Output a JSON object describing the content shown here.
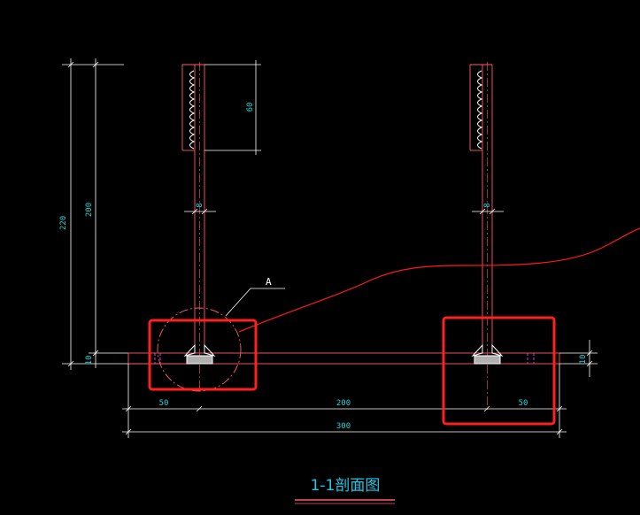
{
  "drawing": {
    "title": "1-1剖面图",
    "detail_label": "A",
    "dimensions": {
      "total_height": "220",
      "post_height": "200",
      "plate_thickness_left": "10",
      "plate_thickness_right": "10",
      "weld_length": "60",
      "post_thickness_left": "8",
      "post_thickness_right": "8",
      "left_offset": "50",
      "post_spacing": "200",
      "right_offset": "50",
      "total_width": "300"
    }
  },
  "colors": {
    "background": "#000000",
    "dimension_lines": "#ffffff",
    "dimension_text": "#24d6d6",
    "section_lines": "#ff5a6e",
    "leader_curve": "#ff1a1a",
    "highlight_box": "#ff2020",
    "hidden_lines": "#d040d0",
    "title": "#1ec8e6"
  }
}
